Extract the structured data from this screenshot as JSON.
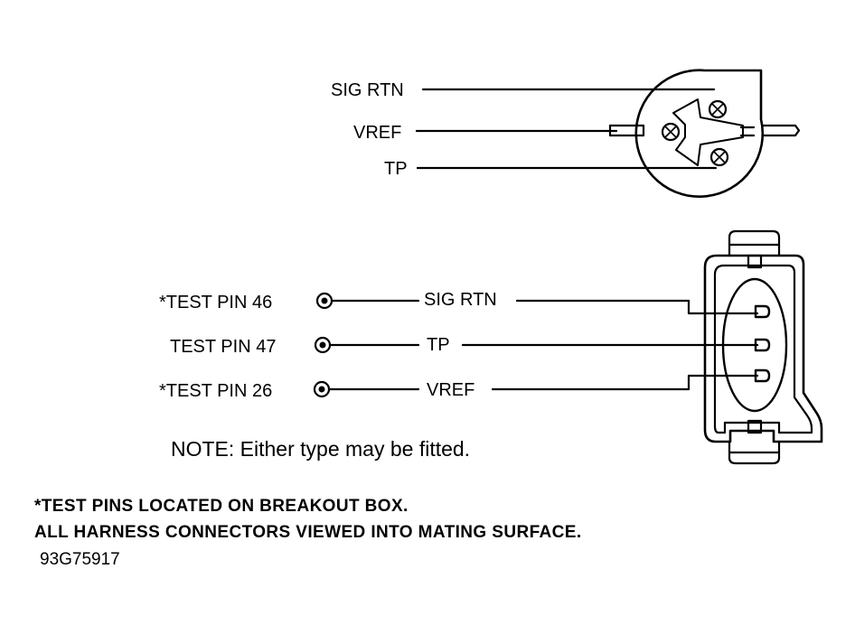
{
  "top_connector": {
    "labels": [
      "SIG RTN",
      "VREF",
      "TP"
    ]
  },
  "bottom_connector": {
    "test_pins": [
      "*TEST PIN 46",
      "TEST PIN 47",
      "*TEST PIN 26"
    ],
    "signals": [
      "SIG RTN",
      "TP",
      "VREF"
    ]
  },
  "note": "NOTE: Either type may be fitted.",
  "footnotes": [
    "*TEST PINS LOCATED ON BREAKOUT BOX.",
    "ALL HARNESS CONNECTORS VIEWED INTO MATING SURFACE."
  ],
  "figure_code": "93G75917",
  "colors": {
    "ink": "#000000",
    "paper": "#ffffff"
  }
}
